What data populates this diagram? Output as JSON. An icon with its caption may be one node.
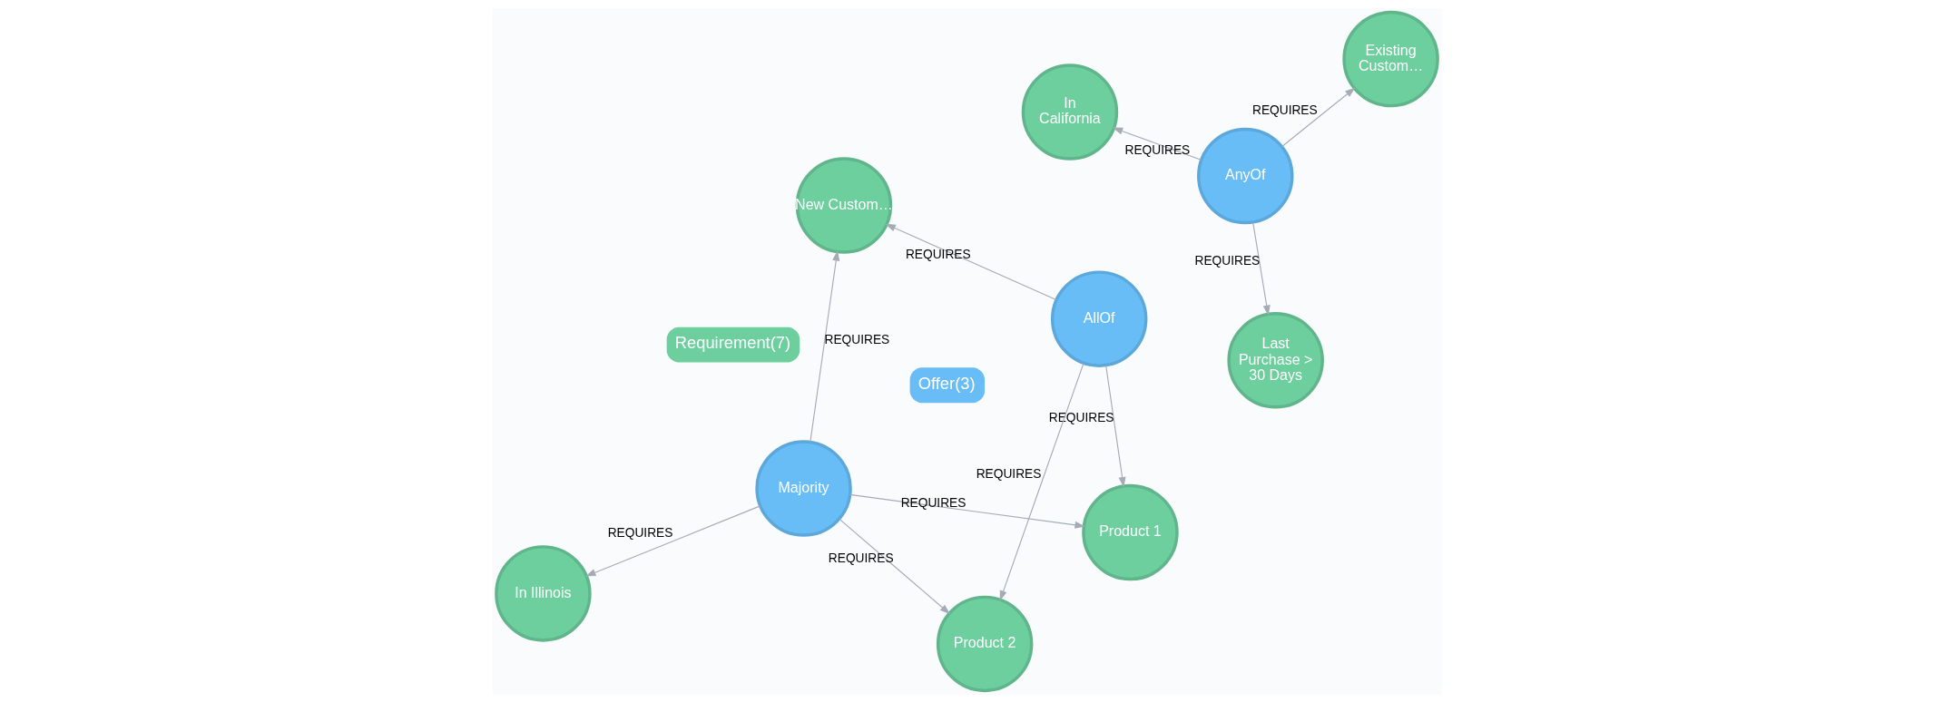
{
  "diagram": {
    "nodes": [
      {
        "text": [
          "In Illinois"
        ]
      },
      {
        "text": [
          "Product 1"
        ]
      },
      {
        "text": [
          "Product 2"
        ]
      },
      {
        "text": [
          "New Custom…"
        ]
      },
      {
        "text": [
          "Majority"
        ]
      },
      {
        "text": [
          "AllOf"
        ]
      },
      {
        "text": [
          "In California"
        ]
      },
      {
        "text": [
          "Existing Custom…"
        ]
      },
      {
        "text": [
          "Last Purchase > 30 Days"
        ]
      },
      {
        "text": [
          "AnyOf"
        ]
      }
    ],
    "edges": [
      {
        "from": 4,
        "to": 0,
        "arrow": "to",
        "label": "REQUIRES"
      },
      {
        "from": 4,
        "to": 1,
        "arrow": "to",
        "label": "REQUIRES"
      },
      {
        "from": 4,
        "to": 2,
        "arrow": "to",
        "label": "REQUIRES"
      },
      {
        "from": 4,
        "to": 3,
        "arrow": "to",
        "label": "REQUIRES"
      },
      {
        "from": 5,
        "to": 1,
        "arrow": "to",
        "label": "REQUIRES"
      },
      {
        "from": 5,
        "to": 2,
        "arrow": "to",
        "label": "REQUIRES"
      },
      {
        "from": 5,
        "to": 3,
        "arrow": "to",
        "label": "REQUIRES"
      },
      {
        "from": 9,
        "to": 6,
        "arrow": "to",
        "label": "REQUIRES"
      },
      {
        "from": 9,
        "to": 7,
        "arrow": "to",
        "label": "REQUIRES"
      },
      {
        "from": 9,
        "to": 8,
        "arrow": "to",
        "label": "REQUIRES"
      }
    ],
    "legend": [
      {
        "text": "Offer(3)",
        "color": "#68bdf6"
      },
      {
        "text": "Requirement(7)",
        "color": "#6dce9e"
      }
    ]
  }
}
